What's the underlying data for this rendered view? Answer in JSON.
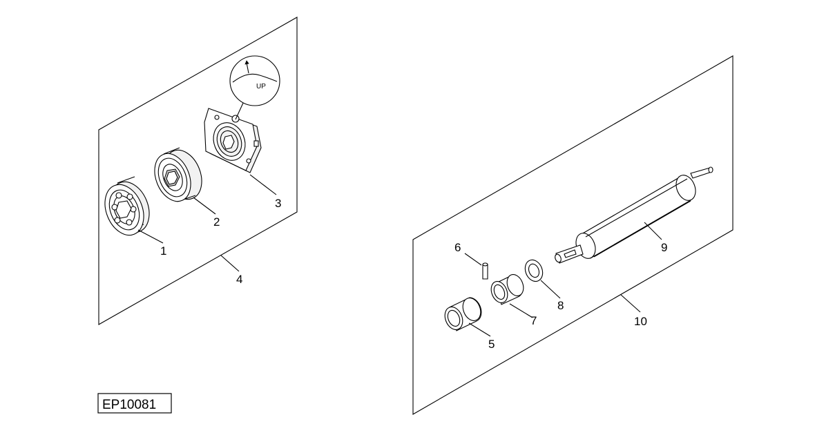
{
  "figure_id": "EP10081",
  "up_label": "UP",
  "callouts": {
    "c1": "1",
    "c2": "2",
    "c3": "3",
    "c4": "4",
    "c5": "5",
    "c6": "6",
    "c7": "7",
    "c8": "8",
    "c9": "9",
    "c10": "10"
  }
}
